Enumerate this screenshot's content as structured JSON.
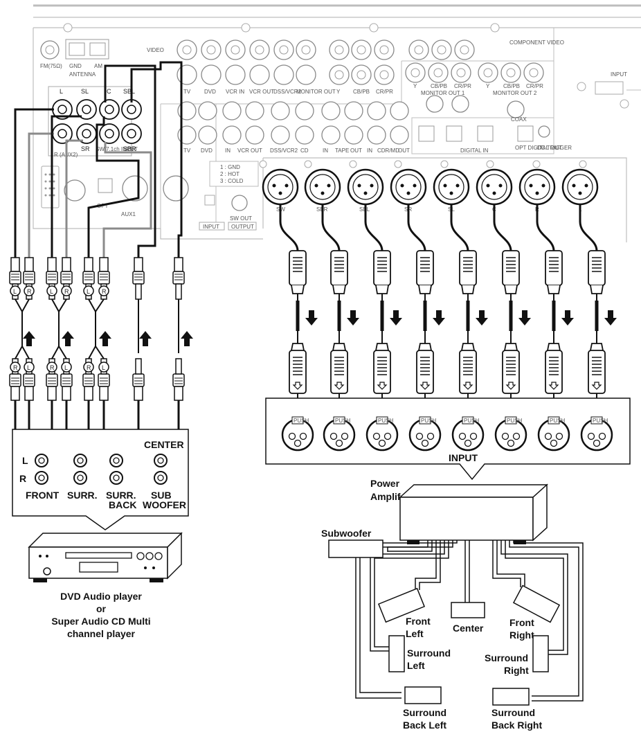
{
  "receiver": {
    "antenna": {
      "label": "ANTENNA",
      "fm": "FM(75Ω)",
      "gnd": "GND",
      "am": "AM"
    },
    "video_label": "VIDEO",
    "component_video_label": "COMPONENT VIDEO",
    "video_jacks": [
      "TV",
      "DVD",
      "VCR IN",
      "VCR OUT",
      "DSS/VCR2",
      "MONITOR OUT"
    ],
    "component_labels": [
      "Y",
      "CB/PB",
      "CR/PR",
      "Y",
      "CB/PB",
      "CR/PR",
      "Y",
      "CB/PB",
      "CR/PR"
    ],
    "monitor_out_1": "MONITOR OUT 1",
    "monitor_out_2": "MONITOR OUT 2",
    "audio_jacks": [
      "TV",
      "DVD",
      "IN",
      "VCR",
      "OUT",
      "DSS/VCR2",
      "CD",
      "IN",
      "TAPE",
      "OUT",
      "IN",
      "CDR/MD",
      "OUT"
    ],
    "digital_in": "DIGITAL IN",
    "coax": "COAX",
    "opt_digital_out": "OPT DIGITAL OUT",
    "dc_trigger": "DC TRIGGER",
    "input_tag": "INPUT",
    "xlr_legend": [
      "1 : GND",
      "2 : HOT",
      "3 : COLD"
    ],
    "aux1": "AUX1",
    "opt": "OPT",
    "sw_out": "SW OUT",
    "output_tag": "OUTPUT",
    "multi_input_labels": [
      "L",
      "SL",
      "C",
      "SBL",
      "R (AUX2)",
      "SR",
      "SW 7.1ch INPUT",
      "SBR"
    ],
    "xlr_outputs": [
      "SW",
      "SBR",
      "SBL",
      "SR",
      "SL",
      "C",
      "R",
      "L"
    ]
  },
  "plug_letters": {
    "left": "L",
    "right": "R"
  },
  "player_panel": {
    "center": "CENTER",
    "jack_l": "L",
    "jack_r": "R",
    "front": "FRONT",
    "surr": "SURR.",
    "surr_back_1": "SURR.",
    "surr_back_2": "BACK",
    "sub_1": "SUB",
    "sub_2": "WOOFER"
  },
  "player_caption": [
    "DVD Audio player",
    "or",
    "Super Audio CD Multi",
    "channel player"
  ],
  "amp_input_panel": {
    "label": "INPUT",
    "push": "PUSH"
  },
  "power_amp": {
    "line1": "Power",
    "line2": "Amplifer"
  },
  "speakers": {
    "subwoofer": "Subwoofer",
    "front_left": [
      "Front",
      "Left"
    ],
    "center": "Center",
    "front_right": [
      "Front",
      "Right"
    ],
    "surround_left": [
      "Surround",
      "Left"
    ],
    "surround_right": [
      "Surround",
      "Right"
    ],
    "surround_back_left": [
      "Surround",
      "Back Left"
    ],
    "surround_back_right": [
      "Surround",
      "Back Right"
    ]
  }
}
